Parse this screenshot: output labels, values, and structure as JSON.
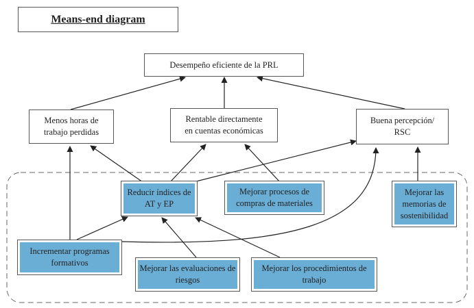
{
  "title": "Means-end diagram",
  "nodes": {
    "desempeno": "Desempeño eficiente de la PRL",
    "menos_horas": [
      "Menos horas de",
      "trabajo perdidas"
    ],
    "rentable": [
      "Rentable directamente",
      "en cuentas económicas"
    ],
    "buena_percepcion": [
      "Buena percepción/",
      "RSC"
    ],
    "reducir": [
      "Reducir índices",
      "de AT y EP"
    ],
    "mejorar_compras": [
      "Mejorar procesos de",
      "compras de materiales"
    ],
    "mejorar_memorias": [
      "Mejorar las",
      "memorias de",
      "sostenibilidad"
    ],
    "incrementar": [
      "Incrementar",
      "programas formativos"
    ],
    "mejorar_evaluaciones": [
      "Mejorar las",
      "evaluaciones de riesgos"
    ],
    "mejorar_procedimientos": [
      "Mejorar los procedimientos",
      "de trabajo"
    ]
  },
  "colors": {
    "means_fill": "#6aaed6",
    "line": "#222222",
    "dashed_border": "#666666"
  }
}
